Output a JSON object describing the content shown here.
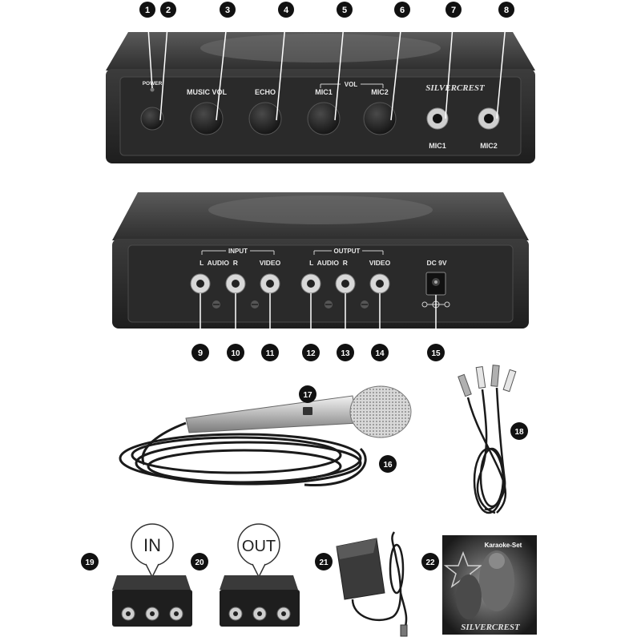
{
  "front_panel": {
    "power_label": "POWER",
    "music_vol_label": "MUSIC VOL",
    "echo_label": "ECHO",
    "vol_label": "VOL",
    "mic1_knob_label": "MIC1",
    "mic2_knob_label": "MIC2",
    "brand": "SILVERCREST",
    "mic1_jack_label": "MIC1",
    "mic2_jack_label": "MIC2"
  },
  "rear_panel": {
    "input_label": "INPUT",
    "output_label": "OUTPUT",
    "in_audio_label": "L  AUDIO  R",
    "in_video_label": "VIDEO",
    "out_audio_label": "L  AUDIO  R",
    "out_video_label": "VIDEO",
    "dc_label": "DC 9V"
  },
  "callouts": [
    "1",
    "2",
    "3",
    "4",
    "5",
    "6",
    "7",
    "8",
    "9",
    "10",
    "11",
    "12",
    "13",
    "14",
    "15",
    "16",
    "17",
    "18",
    "19",
    "20",
    "21",
    "22"
  ],
  "adapter_in_label": "IN",
  "adapter_out_label": "OUT",
  "cd_cover": {
    "title": "Karaoke-Set",
    "brand": "SILVERCREST"
  }
}
